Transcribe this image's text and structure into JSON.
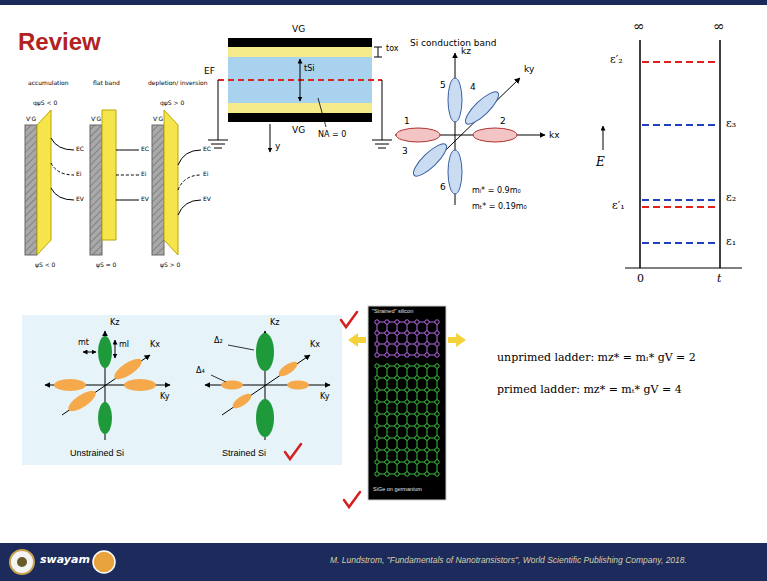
{
  "diagram": {
    "title": "Review",
    "nodes": [
      {
        "text": [
          "Unstrained Si",
          "Strained Si"
        ]
      },
      {
        "text": [
          "\"Strained\" silicon",
          "SiGe on germanium"
        ]
      },
      {
        "text": [
          "M. Lundstrom, \"Fundamentals of Nanotransistors\", World Scientific Publishing Company, 2018."
        ]
      }
    ],
    "labels": [
      "accumulation",
      "flat band",
      "depletion/ inversion",
      "qψS < 0",
      "ψS < 0",
      "ψS = 0",
      "qψS > 0",
      "ψS > 0",
      "V′G",
      "V′G",
      "V′G",
      "EC",
      "Ei",
      "EV",
      "EC",
      "Ei",
      "EV",
      "EC",
      "Ei",
      "EV",
      "VG",
      "VG",
      "EF",
      "tox",
      "tSi",
      "NA = 0",
      "y",
      "Si conduction band",
      "kz",
      "ky",
      "kx",
      "1",
      "2",
      "3",
      "4",
      "5",
      "6",
      "mₗ* = 0.9m₀",
      "mₜ* = 0.19m₀",
      "∞",
      "∞",
      "ε′₂",
      "ε₃",
      "E",
      "ε₂",
      "ε′₁",
      "ε₁",
      "0",
      "t",
      "Kz",
      "mt",
      "ml",
      "Kx",
      "Ky",
      "Kz",
      "Δ₂",
      "Kx",
      "Δ₄",
      "Ky",
      "swayam",
      "unprimed ladder:   mz* = mₗ*    gV = 2",
      "primed ladder:   mz* = mₜ*    gV = 4"
    ]
  }
}
